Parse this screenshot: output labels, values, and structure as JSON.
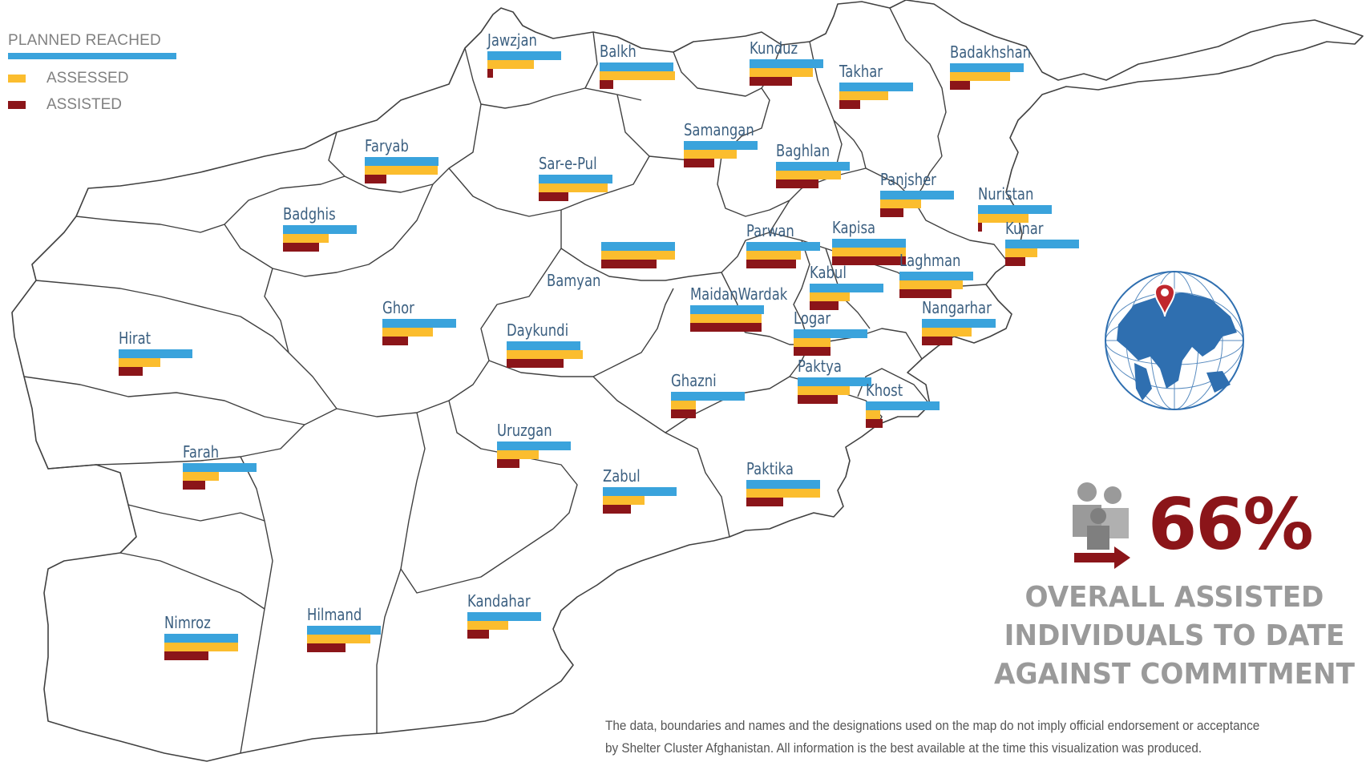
{
  "legend": {
    "planned": "PLANNED REACHED",
    "assessed": "ASSESSED",
    "assisted": "ASSISTED"
  },
  "colors": {
    "planned": "#3aa3dc",
    "assessed": "#fbbd2e",
    "assisted": "#8b1519",
    "label": "#3b5f80",
    "globe_blue": "#2f6fb0",
    "kpi_grey": "#9a9a9a"
  },
  "provinces": [
    {
      "name": "Jawzjan",
      "planned": 1.0,
      "assessed": 0.63,
      "assisted": 0.08
    },
    {
      "name": "Balkh",
      "planned": 1.0,
      "assessed": 1.02,
      "assisted": 0.18
    },
    {
      "name": "Kunduz",
      "planned": 1.0,
      "assessed": 0.86,
      "assisted": 0.58
    },
    {
      "name": "Takhar",
      "planned": 1.0,
      "assessed": 0.66,
      "assisted": 0.28
    },
    {
      "name": "Badakhshan",
      "planned": 1.0,
      "assessed": 0.82,
      "assisted": 0.27
    },
    {
      "name": "Faryab",
      "planned": 1.0,
      "assessed": 0.99,
      "assisted": 0.29
    },
    {
      "name": "Sar-e-Pul",
      "planned": 1.0,
      "assessed": 0.93,
      "assisted": 0.4
    },
    {
      "name": "Samangan",
      "planned": 1.0,
      "assessed": 0.72,
      "assisted": 0.41
    },
    {
      "name": "Baghlan",
      "planned": 1.0,
      "assessed": 0.88,
      "assisted": 0.58
    },
    {
      "name": "Panjsher",
      "planned": 1.0,
      "assessed": 0.55,
      "assisted": 0.32
    },
    {
      "name": "Nuristan",
      "planned": 1.0,
      "assessed": 0.69,
      "assisted": 0.05
    },
    {
      "name": "Badghis",
      "planned": 1.0,
      "assessed": 0.62,
      "assisted": 0.49
    },
    {
      "name": "Parwan",
      "planned": 1.0,
      "assessed": 0.74,
      "assisted": 0.67
    },
    {
      "name": "Kapisa",
      "planned": 1.0,
      "assessed": 1.0,
      "assisted": 1.0
    },
    {
      "name": "Kunar",
      "planned": 1.0,
      "assessed": 0.43,
      "assisted": 0.27
    },
    {
      "name": "",
      "planned": 1.0,
      "assessed": 1.0,
      "assisted": 0.75
    },
    {
      "name": "Bamyan",
      "planned": 0,
      "assessed": 0,
      "assisted": 0
    },
    {
      "name": "Laghman",
      "planned": 1.0,
      "assessed": 0.86,
      "assisted": 0.71
    },
    {
      "name": "Kabul",
      "planned": 1.0,
      "assessed": 0.54,
      "assisted": 0.39
    },
    {
      "name": "MaidanWardak",
      "planned": 1.0,
      "assessed": 0.97,
      "assisted": 0.97
    },
    {
      "name": "Nangarhar",
      "planned": 1.0,
      "assessed": 0.67,
      "assisted": 0.41
    },
    {
      "name": "Ghor",
      "planned": 1.0,
      "assessed": 0.69,
      "assisted": 0.35
    },
    {
      "name": "Hirat",
      "planned": 1.0,
      "assessed": 0.56,
      "assisted": 0.33
    },
    {
      "name": "Logar",
      "planned": 1.0,
      "assessed": 0.5,
      "assisted": 0.5
    },
    {
      "name": "Daykundi",
      "planned": 1.0,
      "assessed": 1.03,
      "assisted": 0.77
    },
    {
      "name": "Paktya",
      "planned": 1.0,
      "assessed": 0.71,
      "assisted": 0.54
    },
    {
      "name": "Ghazni",
      "planned": 1.0,
      "assessed": 0.34,
      "assisted": 0.34
    },
    {
      "name": "Khost",
      "planned": 1.0,
      "assessed": 0.2,
      "assisted": 0.23
    },
    {
      "name": "Uruzgan",
      "planned": 1.0,
      "assessed": 0.56,
      "assisted": 0.3
    },
    {
      "name": "Farah",
      "planned": 1.0,
      "assessed": 0.49,
      "assisted": 0.3
    },
    {
      "name": "Zabul",
      "planned": 1.0,
      "assessed": 0.56,
      "assisted": 0.38
    },
    {
      "name": "Paktika",
      "planned": 1.0,
      "assessed": 1.0,
      "assisted": 0.5
    },
    {
      "name": "Nimroz",
      "planned": 1.0,
      "assessed": 1.0,
      "assisted": 0.6
    },
    {
      "name": "Hilmand",
      "planned": 1.0,
      "assessed": 0.86,
      "assisted": 0.52
    },
    {
      "name": "Kandahar",
      "planned": 1.0,
      "assessed": 0.55,
      "assisted": 0.29
    }
  ],
  "kpi": {
    "value": "66%",
    "line1": "OVERALL ASSISTED",
    "line2": "INDIVIDUALS TO DATE",
    "line3": "AGAINST COMMITMENT"
  },
  "disclaimer": {
    "line1": "The data, boundaries and names and the designations used on the map do not imply official endorsement or acceptance",
    "line2": "by Shelter Cluster Afghanistan. All information is the best available at the time this visualization was produced."
  }
}
